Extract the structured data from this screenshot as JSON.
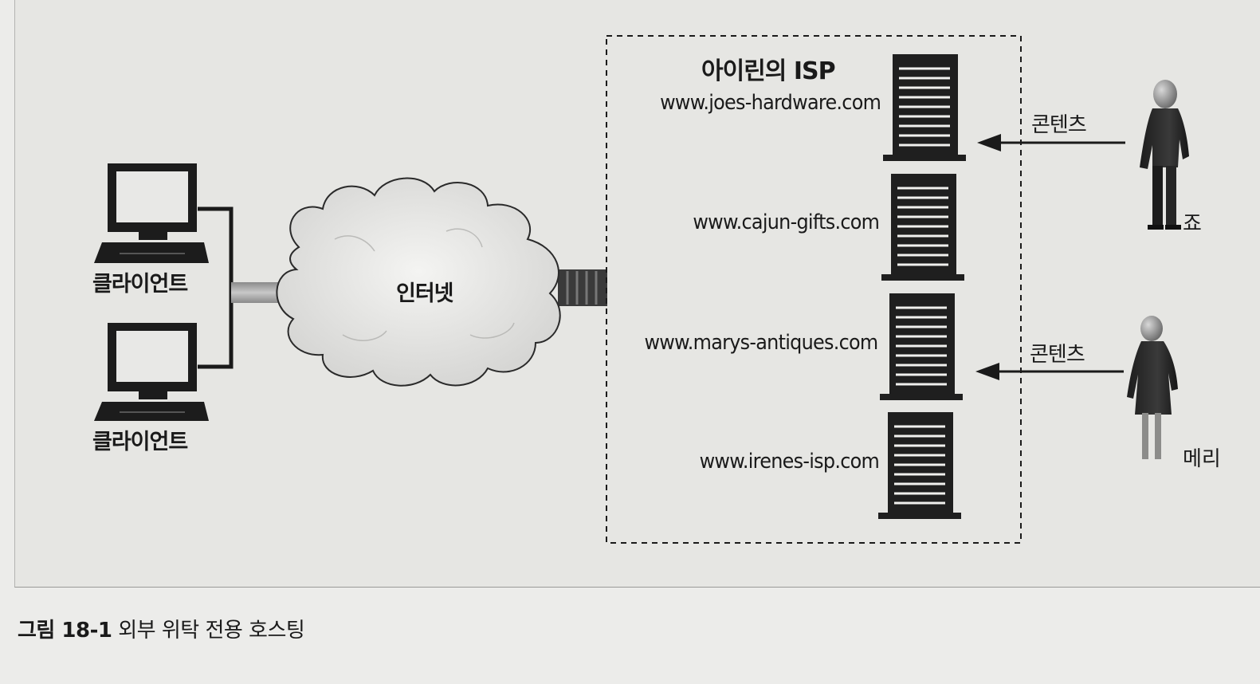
{
  "clients": [
    {
      "label": "클라이언트"
    },
    {
      "label": "클라이언트"
    }
  ],
  "internet": {
    "label": "인터넷"
  },
  "isp": {
    "title": "아이린의 ISP",
    "servers": [
      {
        "domain": "www.joes-hardware.com"
      },
      {
        "domain": "www.cajun-gifts.com"
      },
      {
        "domain": "www.marys-antiques.com"
      },
      {
        "domain": "www.irenes-isp.com"
      }
    ]
  },
  "publishers": [
    {
      "name": "죠",
      "arrow_label": "콘텐츠"
    },
    {
      "name": "메리",
      "arrow_label": "콘텐츠"
    }
  ],
  "caption": {
    "figure_number": "그림 18-1",
    "text": "외부 위탁 전용 호스팅"
  }
}
